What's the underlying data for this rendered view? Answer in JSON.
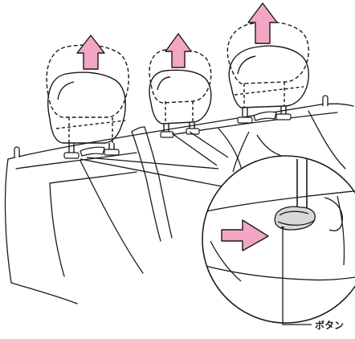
{
  "figure": {
    "callout_label": "ボタン",
    "colors": {
      "line": "#1a1a1a",
      "arrow_fill": "#f2a6c4",
      "background": "#ffffff"
    },
    "headrests": [
      {
        "name": "left-headrest",
        "motion": "up"
      },
      {
        "name": "center-headrest",
        "motion": "up"
      },
      {
        "name": "right-headrest",
        "motion": "up"
      }
    ],
    "inset": {
      "subject": "headrest-release-button",
      "motion": "press"
    }
  }
}
